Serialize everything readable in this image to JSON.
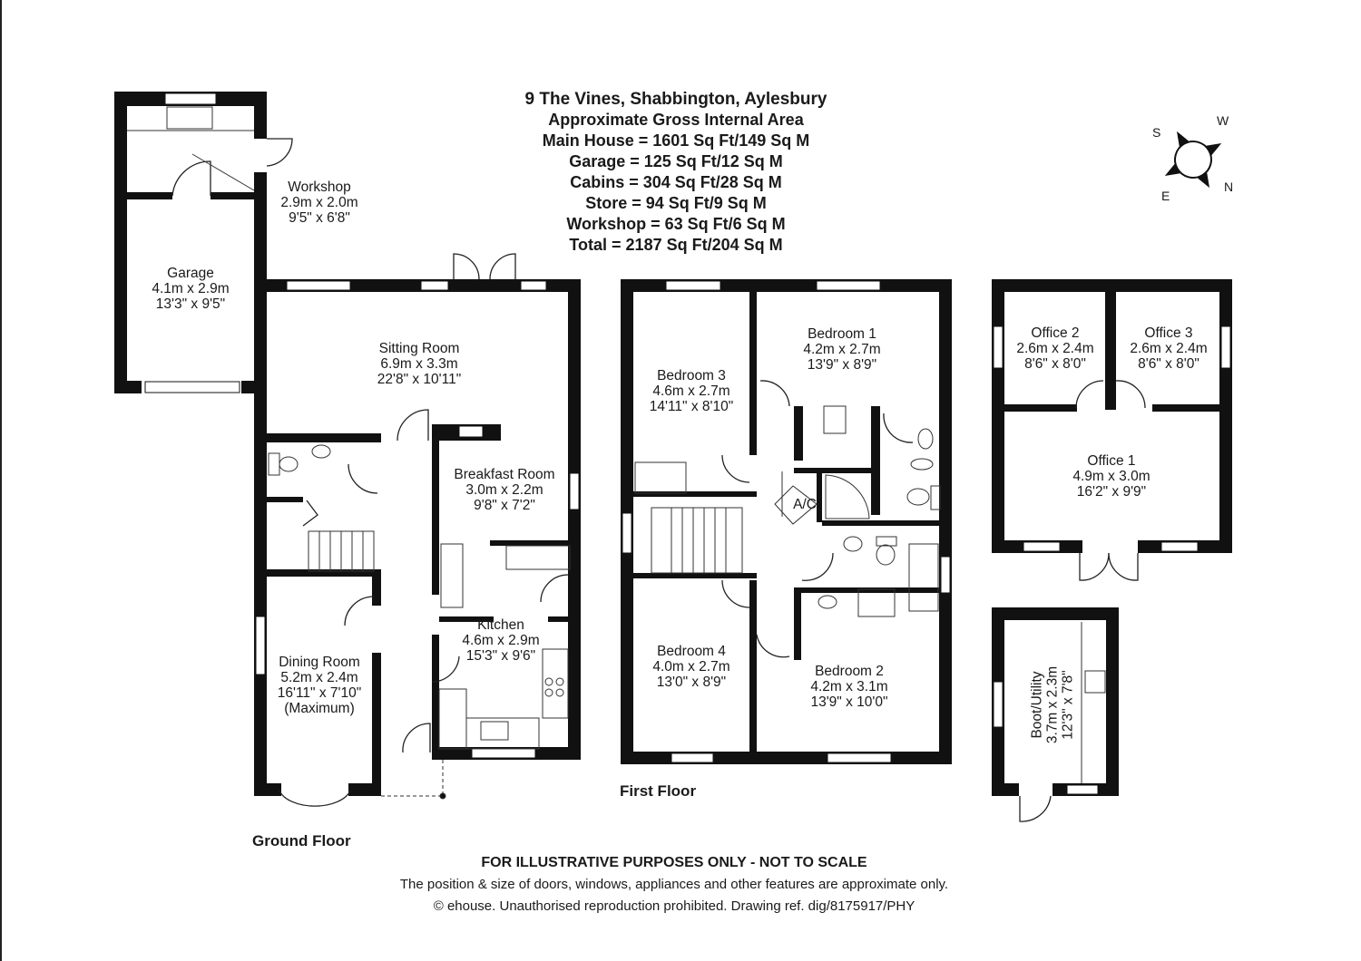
{
  "header": {
    "address": "9 The Vines, Shabbington, Aylesbury",
    "area_title": "Approximate Gross Internal Area",
    "lines": [
      "Main House = 1601 Sq Ft/149 Sq M",
      "Garage = 125 Sq Ft/12 Sq M",
      "Cabins = 304 Sq Ft/28 Sq M",
      "Store = 94 Sq Ft/9 Sq M",
      "Workshop = 63 Sq Ft/6 Sq M",
      "Total = 2187 Sq Ft/204 Sq M"
    ]
  },
  "compass": {
    "n": "N",
    "s": "S",
    "e": "E",
    "w": "W"
  },
  "rooms": {
    "workshop": [
      "Workshop",
      "2.9m x 2.0m",
      "9'5\" x 6'8\""
    ],
    "garage": [
      "Garage",
      "4.1m x 2.9m",
      "13'3\" x 9'5\""
    ],
    "sitting_room": [
      "Sitting Room",
      "6.9m x 3.3m",
      "22'8\" x 10'11\""
    ],
    "breakfast_room": [
      "Breakfast Room",
      "3.0m x 2.2m",
      "9'8\" x 7'2\""
    ],
    "kitchen": [
      "Kitchen",
      "4.6m x 2.9m",
      "15'3\" x 9'6\""
    ],
    "dining_room": [
      "Dining Room",
      "5.2m x 2.4m",
      "16'11\" x 7'10\"",
      "(Maximum)"
    ],
    "bedroom_1": [
      "Bedroom 1",
      "4.2m x 2.7m",
      "13'9\" x 8'9\""
    ],
    "bedroom_2": [
      "Bedroom 2",
      "4.2m x 3.1m",
      "13'9\" x 10'0\""
    ],
    "bedroom_3": [
      "Bedroom 3",
      "4.6m x 2.7m",
      "14'11\" x 8'10\""
    ],
    "bedroom_4": [
      "Bedroom 4",
      "4.0m x 2.7m",
      "13'0\" x 8'9\""
    ],
    "ac": "A/C",
    "office_1": [
      "Office 1",
      "4.9m x 3.0m",
      "16'2\" x 9'9\""
    ],
    "office_2": [
      "Office 2",
      "2.6m x 2.4m",
      "8'6\" x 8'0\""
    ],
    "office_3": [
      "Office 3",
      "2.6m x 2.4m",
      "8'6\" x 8'0\""
    ],
    "boot_utility": [
      "Boot/Utility",
      "3.7m x 2.3m",
      "12'3\" x 7'8\""
    ]
  },
  "floors": {
    "ground": "Ground Floor",
    "first": "First Floor"
  },
  "footer": {
    "line1": "FOR ILLUSTRATIVE PURPOSES ONLY - NOT TO SCALE",
    "line2": "The position & size of doors, windows, appliances and other features are approximate only.",
    "line3": "© ehouse. Unauthorised reproduction prohibited. Drawing ref. dig/8175917/PHY"
  }
}
